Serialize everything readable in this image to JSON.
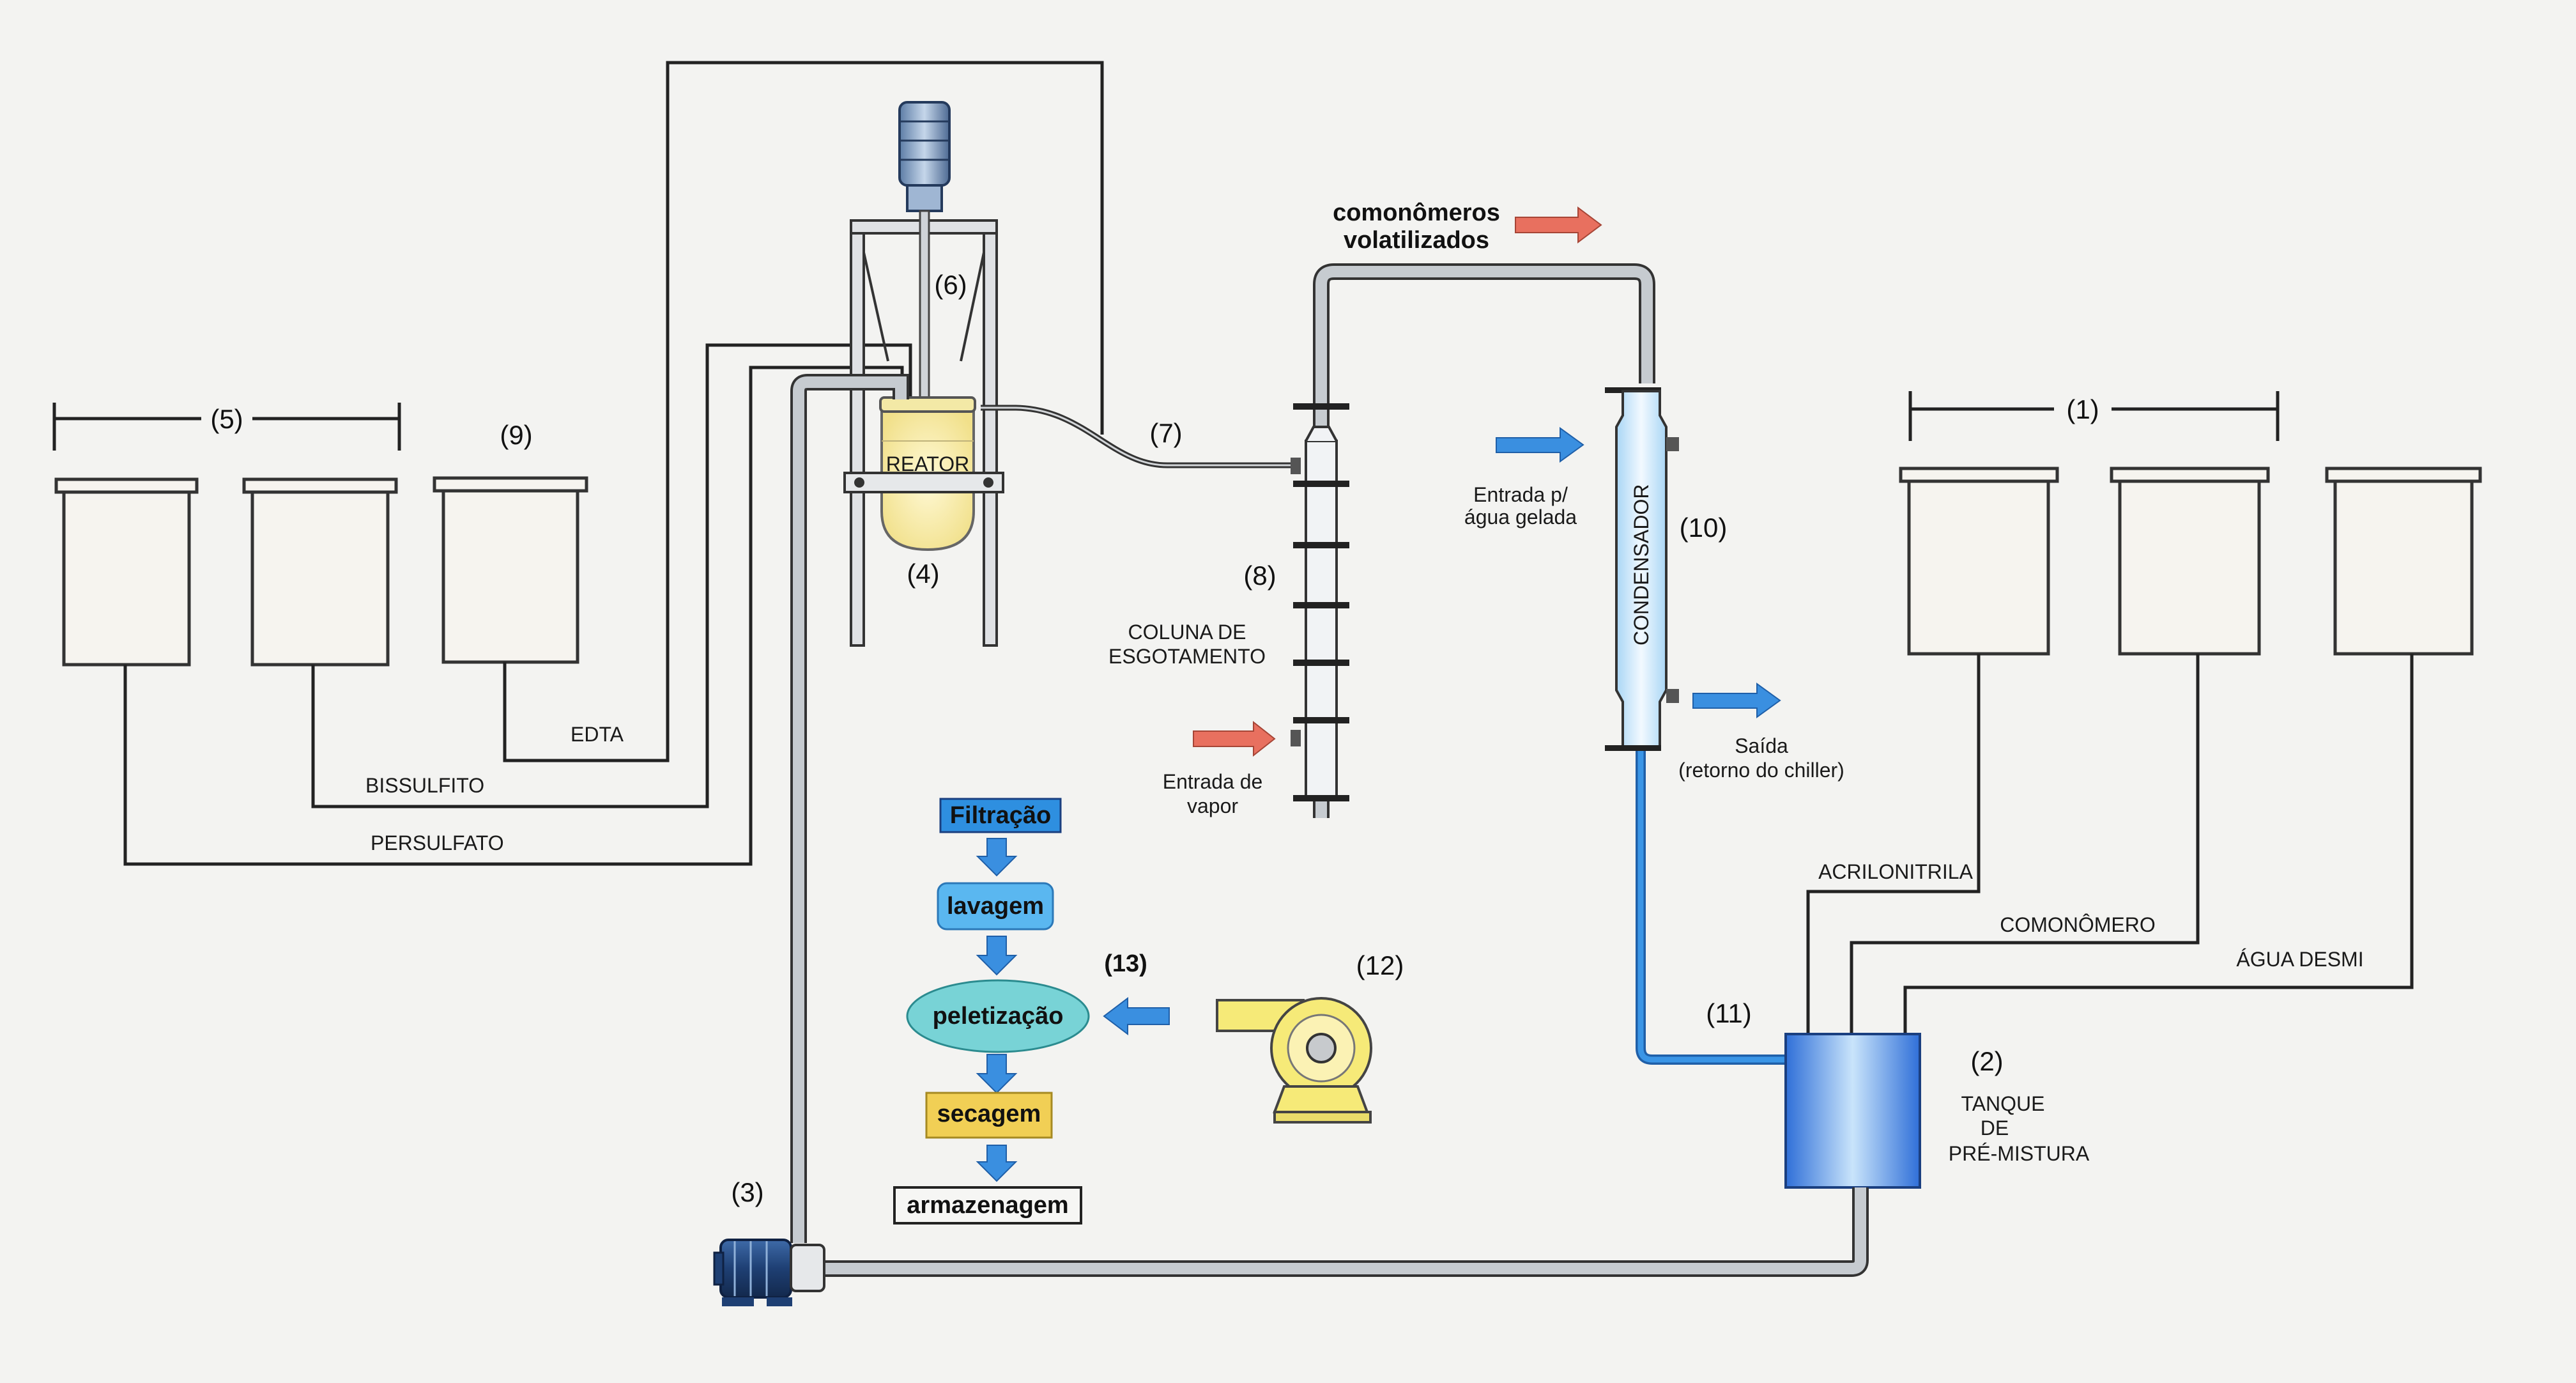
{
  "labels": {
    "group_additives": "(5)",
    "tank_edta_num": "(9)",
    "edta": "EDTA",
    "bissulfito": "BISSULFITO",
    "persulfato": "PERSULFATO",
    "reactor_text": "REATOR",
    "reactor_num": "(4)",
    "agitator_num": "(6)",
    "line7": "(7)",
    "column_num": "(8)",
    "column_line1": "COLUNA DE",
    "column_line2": "ESGOTAMENTO",
    "steam_line1": "Entrada de",
    "steam_line2": "vapor",
    "volatiles_line1": "comonômeros",
    "volatiles_line2": "volatilizados",
    "condenser_text": "CONDENSADOR",
    "condenser_num": "(10)",
    "water_in_line1": "Entrada p/",
    "water_in_line2": "água gelada",
    "water_out_line1": "Saída",
    "water_out_line2": "(retorno do chiller)",
    "line11": "(11)",
    "group_raw": "(1)",
    "acrilonitrila": "ACRILONITRILA",
    "comonomero": "COMONÔMERO",
    "agua_desmi": "ÁGUA DESMI",
    "premix_num": "(2)",
    "premix_line1": "TANQUE",
    "premix_line2": "DE",
    "premix_line3": "PRÉ-MISTURA",
    "pump_num": "(3)",
    "pump12_num": "(12)",
    "step13_num": "(13)"
  },
  "process_steps": {
    "filtracao": "Filtração",
    "lavagem": "lavagem",
    "peletizacao": "peletização",
    "secagem": "secagem",
    "armazenagem": "armazenagem"
  },
  "colors": {
    "hot_arrow": "#e8705f",
    "cold_arrow": "#3a8fe0",
    "filtracao_box": "#2e8fe0",
    "lavagem_box": "#5ab7f0",
    "peletizacao_box": "#78d3d6",
    "secagem_box": "#f1cf55",
    "reactor_liquid": "#f5eaa0",
    "condenser_fill": "#d4ecfb",
    "premix_tank": "#3c7fe0",
    "blue_line": "#2a88e0",
    "pump_body": "#2c4f86",
    "blower_fill": "#f6ea78"
  }
}
